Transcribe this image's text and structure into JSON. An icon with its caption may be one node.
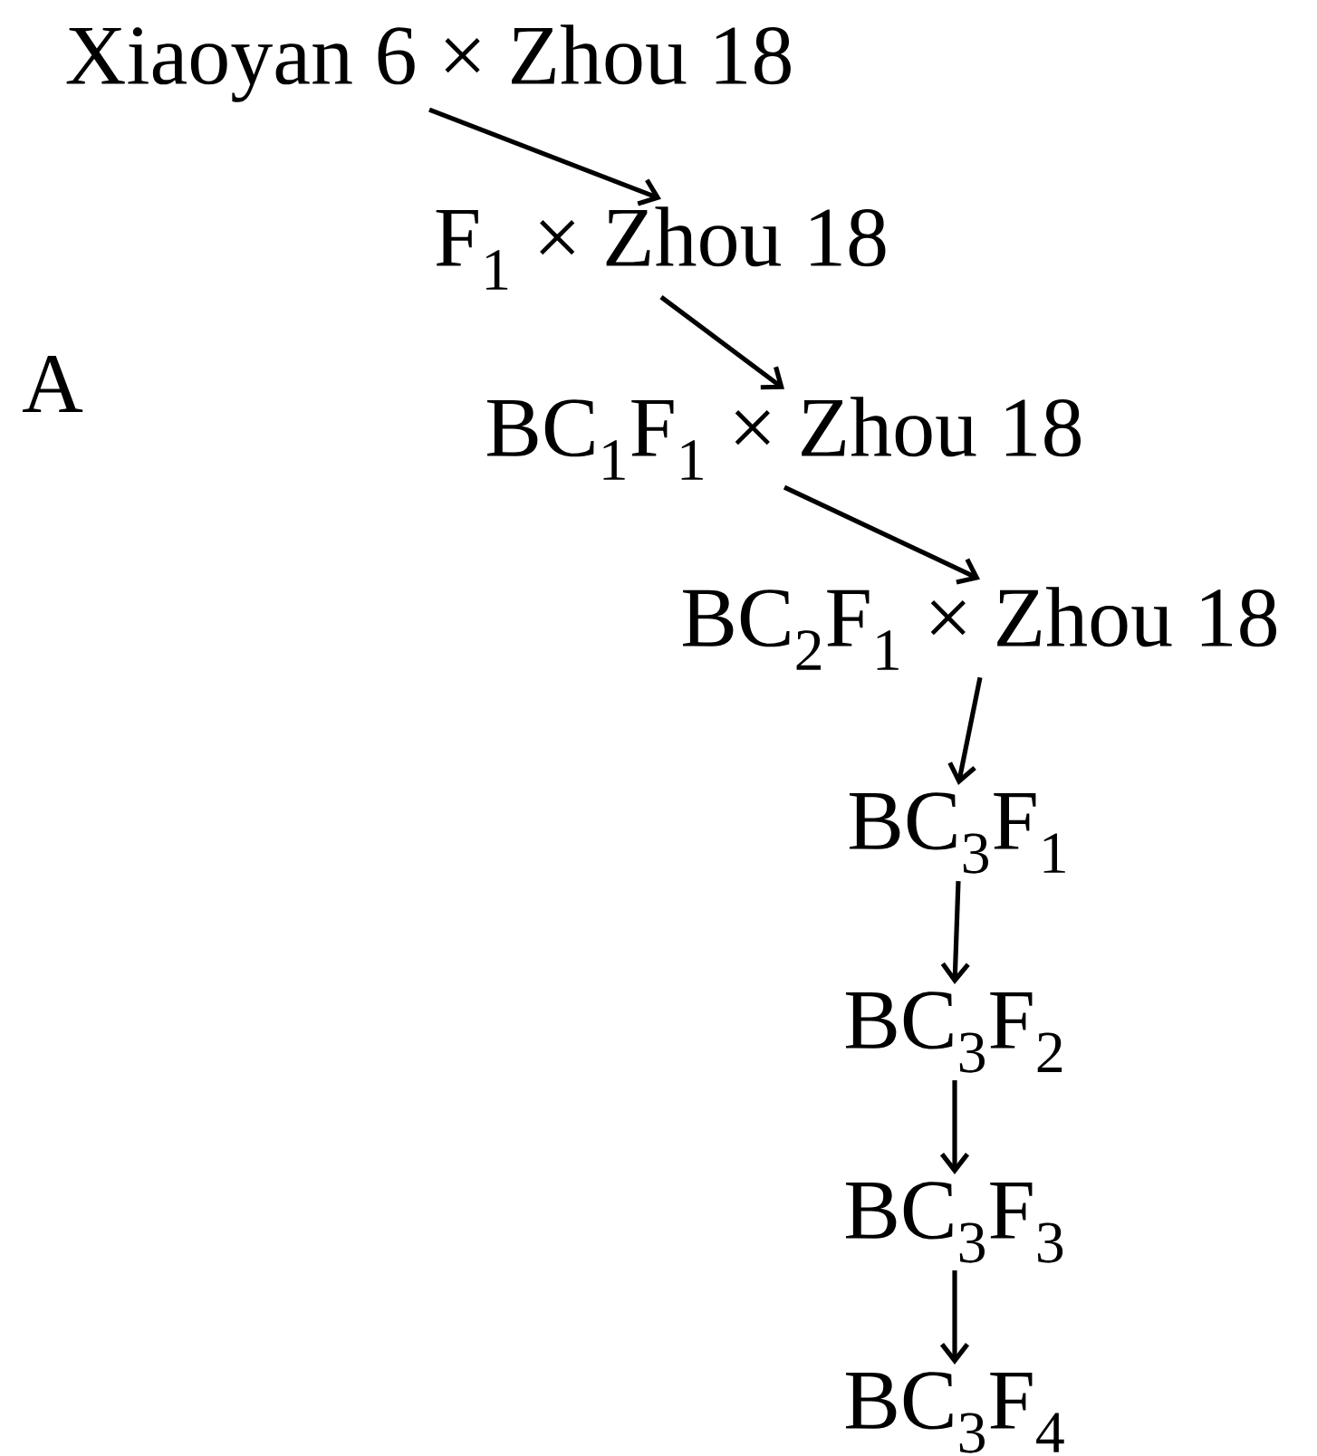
{
  "diagram": {
    "nodes": [
      {
        "text": [
          "Xiaoyan 6 × Zhou 18"
        ]
      },
      {
        "text": [
          "F$_{1}$ × Zhou 18"
        ]
      },
      {
        "text": [
          "BC$_{1}$F$_{1}$ × Zhou 18"
        ]
      },
      {
        "text": [
          "BC$_{2}$F$_{1}$ × Zhou 18"
        ]
      },
      {
        "text": [
          "BC$_{3}$F$_{1}$"
        ]
      },
      {
        "text": [
          "BC$_{3}$F$_{2}$"
        ]
      },
      {
        "text": [
          "BC$_{3}$F$_{3}$"
        ]
      },
      {
        "text": [
          "BC$_{3}$F$_{4}$"
        ]
      }
    ],
    "edges": [
      {
        "from": 0,
        "to": 1,
        "arrow": "to"
      },
      {
        "from": 1,
        "to": 2,
        "arrow": "to"
      },
      {
        "from": 2,
        "to": 3,
        "arrow": "to"
      },
      {
        "from": 3,
        "to": 4,
        "arrow": "to"
      },
      {
        "from": 4,
        "to": 5,
        "arrow": "to"
      },
      {
        "from": 5,
        "to": 6,
        "arrow": "to"
      },
      {
        "from": 6,
        "to": 7,
        "arrow": "to"
      }
    ],
    "labels": [
      "A"
    ]
  }
}
